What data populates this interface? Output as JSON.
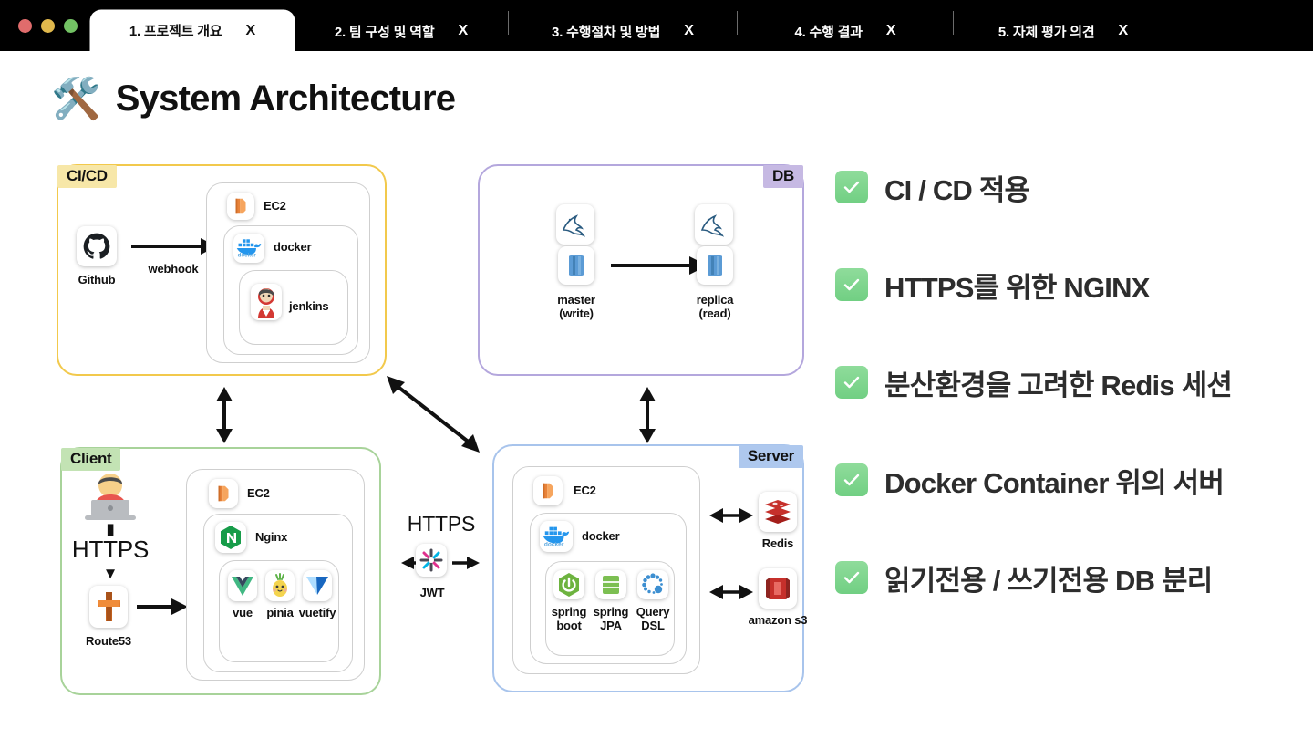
{
  "window": {
    "traffic_lights": [
      "close-red",
      "minimize-yellow",
      "maximize-green"
    ],
    "tabs": [
      {
        "label": "1. 프로젝트 개요",
        "close": "X",
        "active": true
      },
      {
        "label": "2. 팀 구성 및 역할",
        "close": "X",
        "active": false
      },
      {
        "label": "3. 수행절차 및 방법",
        "close": "X",
        "active": false
      },
      {
        "label": "4. 수행 결과",
        "close": "X",
        "active": false
      },
      {
        "label": "5. 자체 평가 의견",
        "close": "X",
        "active": false
      }
    ]
  },
  "page": {
    "emoji": "🛠️",
    "title": "System Architecture"
  },
  "diagram": {
    "zones": {
      "cicd": {
        "chip": "CI/CD",
        "border_color": "#f2c94c",
        "chip_color": "#f7e7a8"
      },
      "db": {
        "chip": "DB",
        "border_color": "#b4a7dd",
        "chip_color": "#c6b9e3"
      },
      "client": {
        "chip": "Client",
        "border_color": "#a8d39a",
        "chip_color": "#c3e3b4"
      },
      "server": {
        "chip": "Server",
        "border_color": "#a8c4ec",
        "chip_color": "#aec8ee"
      }
    },
    "cicd": {
      "github_label": "Github",
      "webhook_label": "webhook",
      "ec2_label": "EC2",
      "docker_label": "docker",
      "jenkins_label": "jenkins"
    },
    "db": {
      "master_label_1": "master",
      "master_label_2": "(write)",
      "replica_label_1": "replica",
      "replica_label_2": "(read)"
    },
    "client": {
      "https_label": "HTTPS",
      "route53_label": "Route53",
      "ec2_label": "EC2",
      "nginx_label": "Nginx",
      "vue_label": "vue",
      "pinia_label": "pinia",
      "vuetify_label": "vuetify"
    },
    "link": {
      "https_label": "HTTPS",
      "jwt_label": "JWT"
    },
    "server": {
      "ec2_label": "EC2",
      "docker_label": "docker",
      "spring_boot_1": "spring",
      "spring_boot_2": "boot",
      "spring_jpa_1": "spring",
      "spring_jpa_2": "JPA",
      "query_dsl_1": "Query",
      "query_dsl_2": "DSL",
      "redis_label": "Redis",
      "s3_label": "amazon s3"
    }
  },
  "checklist": {
    "items": [
      {
        "text": "CI / CD 적용"
      },
      {
        "text": "HTTPS를 위한 NGINX"
      },
      {
        "text": "분산환경을 고려한 Redis 세션"
      },
      {
        "text": "Docker Container 위의 서버"
      },
      {
        "text": "읽기전용 / 쓰기전용 DB 분리"
      }
    ]
  }
}
